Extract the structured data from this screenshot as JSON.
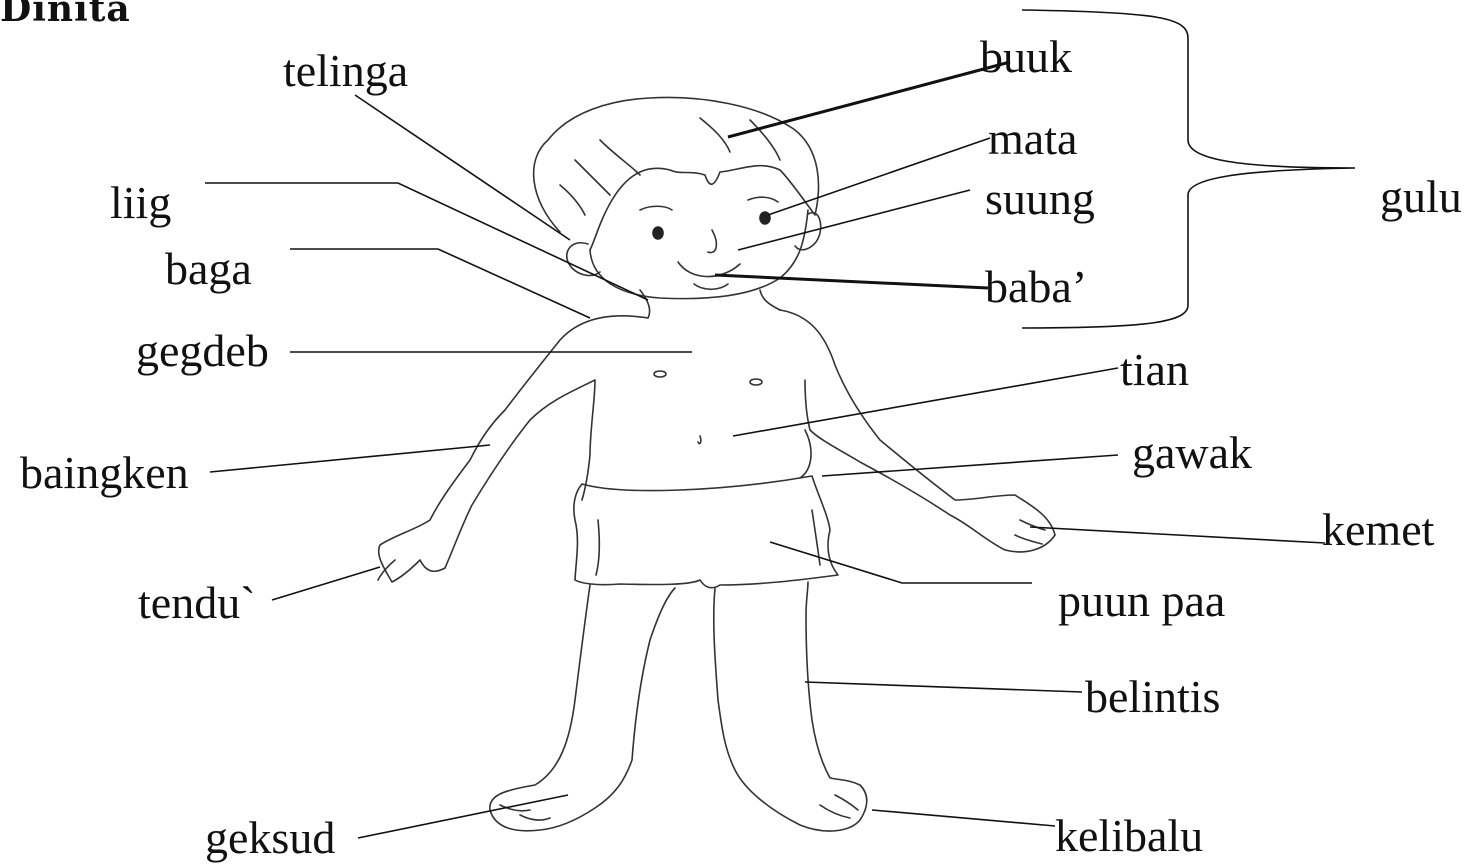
{
  "heading": "Dinita",
  "labels": {
    "telinga": "telinga",
    "liig": "liig",
    "baga": "baga",
    "gegdeb": "gegdeb",
    "baingken": "baingken",
    "tendu": "tendu`",
    "geksud": "geksud",
    "buuk": "buuk",
    "mata": "mata",
    "suung": "suung",
    "baba": "baba’",
    "gulu": "gulu",
    "tian": "tian",
    "gawak": "gawak",
    "kemet": "kemet",
    "puun_paa": "puun paa",
    "belintis": "belintis",
    "kelibalu": "kelibalu"
  }
}
